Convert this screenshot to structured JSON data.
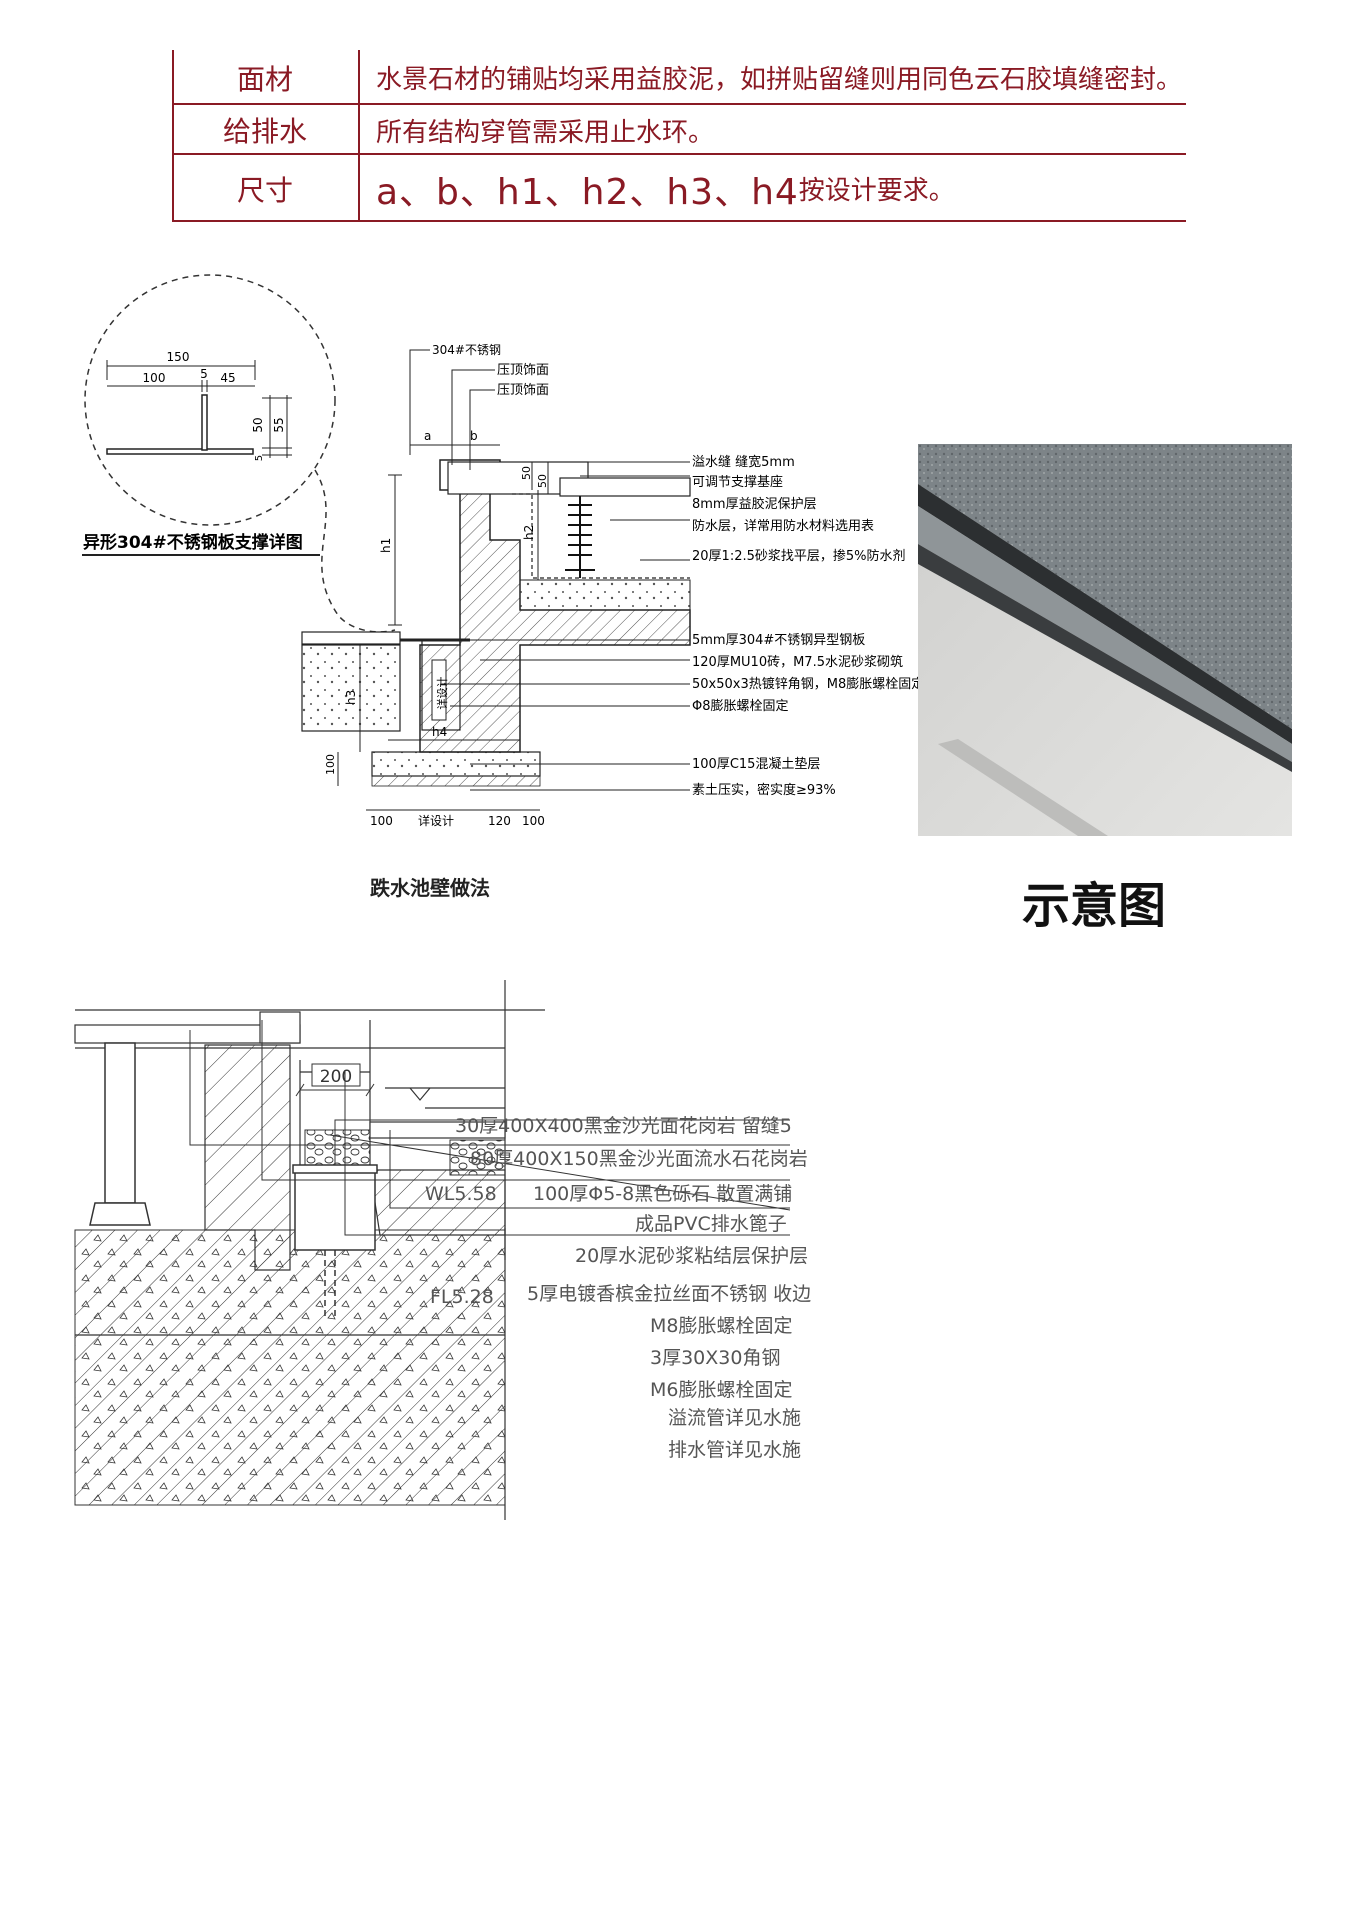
{
  "spec_table": {
    "rows": [
      {
        "label": "面材",
        "text": "水景石材的铺贴均采用益胶泥，如拼贴留缝则用同色云石胶填缝密封。"
      },
      {
        "label": "给排水",
        "text": "所有结构穿管需采用止水环。"
      },
      {
        "label": "尺寸",
        "text_dims": "a、b、h1、h2、h3、h4",
        "text_tail": "按设计要求。"
      }
    ]
  },
  "detail1": {
    "caption": "跌水池壁做法",
    "callout_title": "异形304#不锈钢板支撑详图",
    "callout_dims": {
      "d150": "150",
      "d100": "100",
      "d5": "5",
      "d45": "45",
      "d50": "50",
      "d55": "55",
      "d5b": "5"
    },
    "top_labels": [
      "304#不锈钢",
      "压顶饰面",
      "压顶饰面"
    ],
    "right_labels": [
      "溢水缝 缝宽5mm",
      "可调节支撑基座",
      "8mm厚益胶泥保护层",
      "防水层，详常用防水材料选用表",
      "20厚1:2.5砂浆找平层，掺5%防水剂",
      "5mm厚304#不锈钢异型钢板",
      "120厚MU10砖，M7.5水泥砂浆砌筑",
      "50x50x3热镀锌角钢，M8膨胀螺栓固定",
      "Φ8膨胀螺栓固定",
      "100厚C15混凝土垫层",
      "素土压实，密实度≥93%"
    ],
    "dims": {
      "a": "a",
      "b": "b",
      "h1": "h1",
      "h2": "h2",
      "h3": "h3",
      "h4": "h4",
      "d50a": "50",
      "d50b": "50",
      "d100": "100",
      "b100": "100",
      "b_detail": "详设计",
      "b120": "120",
      "b100b": "100",
      "detail_tag": "详设计"
    }
  },
  "photo": {
    "caption": "示意图"
  },
  "detail2": {
    "dim200": "200",
    "wl": "WL5.58",
    "fl": "FL5.28",
    "labels": [
      "30厚400X400黑金沙光面花岗岩 留缝5",
      "80厚400X150黑金沙光面流水石花岗岩",
      "100厚Φ5-8黑色砾石 散置满铺",
      "成品PVC排水篦子",
      "20厚水泥砂浆粘结层保护层",
      "5厚电镀香槟金拉丝面不锈钢 收边",
      "M8膨胀螺栓固定",
      "3厚30X30角钢",
      "M6膨胀螺栓固定",
      "溢流管详见水施",
      "排水管详见水施"
    ]
  }
}
